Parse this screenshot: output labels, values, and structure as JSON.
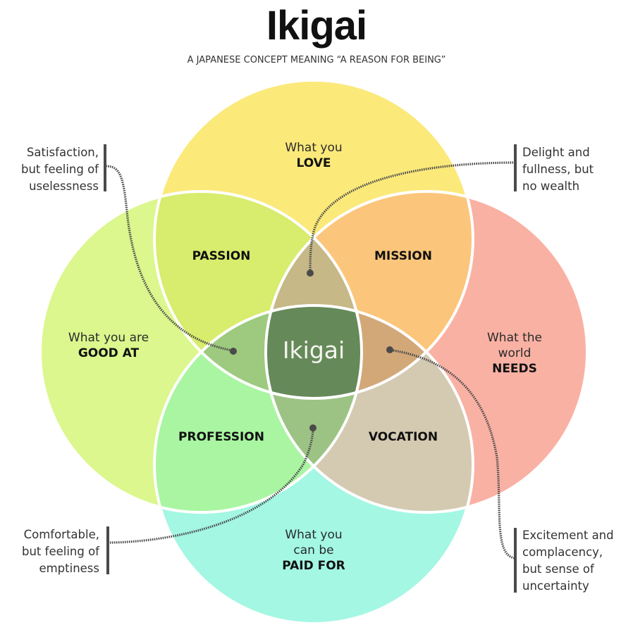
{
  "header": {
    "title": "Ikigai",
    "subtitle": "A JAPANESE CONCEPT MEANING “A REASON FOR BEING”"
  },
  "colors": {
    "love": "#fbe97a",
    "good_at": "#dbf78d",
    "needs": "#f9b1a4",
    "paid_for": "#a3f7e3",
    "passion": "#d8ec6d",
    "mission": "#fbc67b",
    "profession": "#a9f5a2",
    "vocation": "#d4cab2",
    "love_needs_good": "#c6b887",
    "good_needs_paid": "#9cc384",
    "love_good_paid": "#9dca7e",
    "love_needs_paid": "#d3a879",
    "ikigai": "#66895a",
    "connector": "#4a4a4a",
    "stroke": "#ffffff"
  },
  "circles": {
    "love": {
      "line1": "What you",
      "line2": "LOVE"
    },
    "good_at": {
      "line1": "What you are",
      "line2": "GOOD AT"
    },
    "needs": {
      "line1": "What the",
      "line1b": "world",
      "line2": "NEEDS"
    },
    "paid_for": {
      "line1": "What you",
      "line1b": "can be",
      "line2": "PAID FOR"
    }
  },
  "regions": {
    "passion": "PASSION",
    "mission": "MISSION",
    "profession": "PROFESSION",
    "vocation": "VOCATION",
    "center": "Ikigai"
  },
  "notes": {
    "top_left": [
      "Satisfaction,",
      "but feeling of",
      "uselessness"
    ],
    "top_right": [
      "Delight and",
      "fullness, but",
      "no wealth"
    ],
    "bottom_left": [
      "Comfortable,",
      "but feeling of",
      "emptiness"
    ],
    "bottom_right": [
      "Excitement and",
      "complacency,",
      "but sense of",
      "uncertainty"
    ]
  }
}
